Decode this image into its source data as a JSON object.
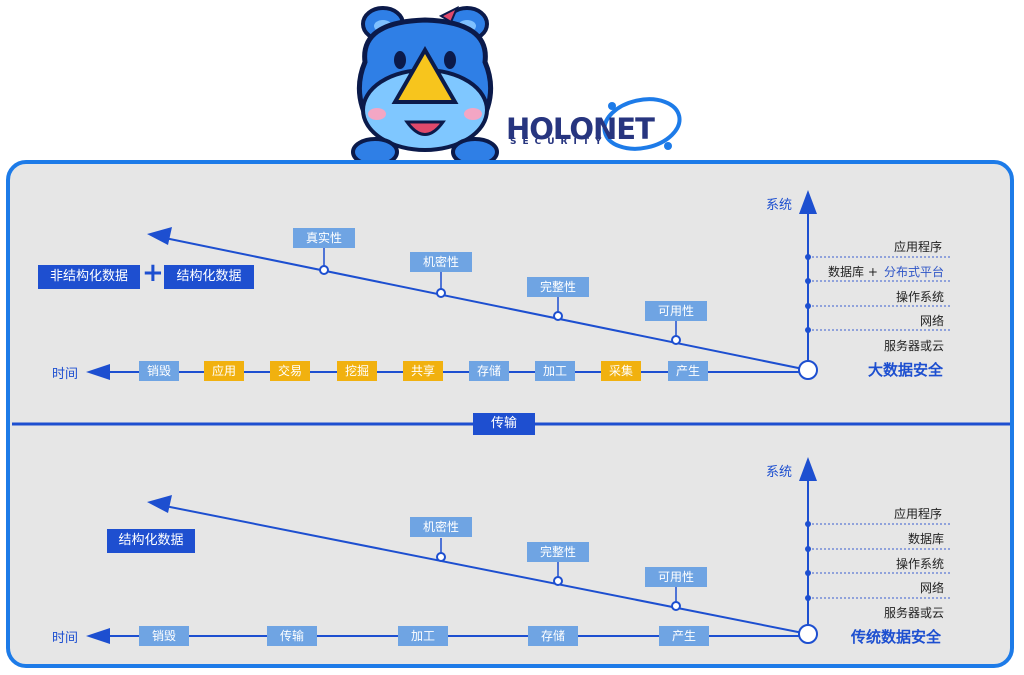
{
  "logo": {
    "brand": "HOLONET",
    "sub": "SECURITY"
  },
  "top": {
    "left_tags": [
      "非结构化数据",
      "结构化数据"
    ],
    "plus": "+",
    "time_label": "时间",
    "system_label": "系统",
    "title": "大数据安全",
    "timeline": [
      "销毁",
      "应用",
      "交易",
      "挖掘",
      "共享",
      "存储",
      "加工",
      "采集",
      "产生"
    ],
    "properties": [
      "真实性",
      "机密性",
      "完整性",
      "可用性"
    ],
    "layers": [
      "应用程序",
      "数据库 + ",
      "分布式平台",
      "操作系统",
      "网络",
      "服务器或云"
    ]
  },
  "divider_label": "传输",
  "bottom": {
    "left_tag": "结构化数据",
    "time_label": "时间",
    "system_label": "系统",
    "title": "传统数据安全",
    "timeline": [
      "销毁",
      "传输",
      "加工",
      "存储",
      "产生"
    ],
    "properties": [
      "机密性",
      "完整性",
      "可用性"
    ],
    "layers": [
      "应用程序",
      "数据库",
      "操作系统",
      "网络",
      "服务器或云"
    ]
  }
}
